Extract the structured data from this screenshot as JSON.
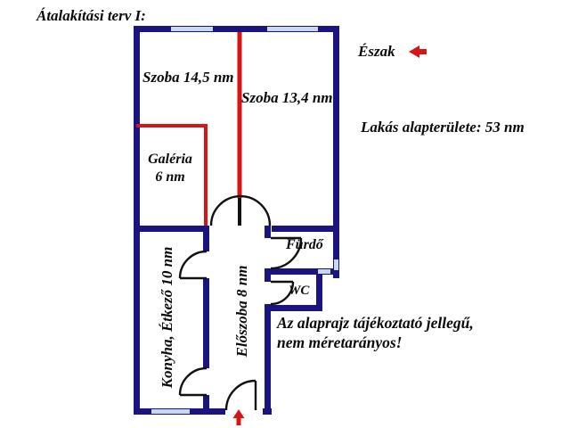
{
  "title": "Átalakítási terv I:",
  "north": {
    "label": "Észak"
  },
  "area_note": "Lakás alapterülete: 53 nm",
  "disclaimer": {
    "line1": "Az alaprajz tájékoztató jellegű,",
    "line2": "nem méretarányos!"
  },
  "rooms": {
    "szoba1": {
      "label": "Szoba 14,5 nm"
    },
    "szoba2": {
      "label": "Szoba 13,4 nm"
    },
    "galeria": {
      "name": "Galéria",
      "size": "6 nm"
    },
    "furdo": {
      "label": "Fürdő"
    },
    "wc": {
      "label": "WC"
    },
    "konyha": {
      "label": "Konyha, Étkező 10 nm"
    },
    "eloszoba": {
      "label": "Előszoba 8 nm"
    }
  },
  "colors": {
    "wall": "#191480",
    "window": "#C6D9F0",
    "red": "#D81515",
    "text": "#0A0A0A",
    "bg": "#FFFFFF"
  }
}
